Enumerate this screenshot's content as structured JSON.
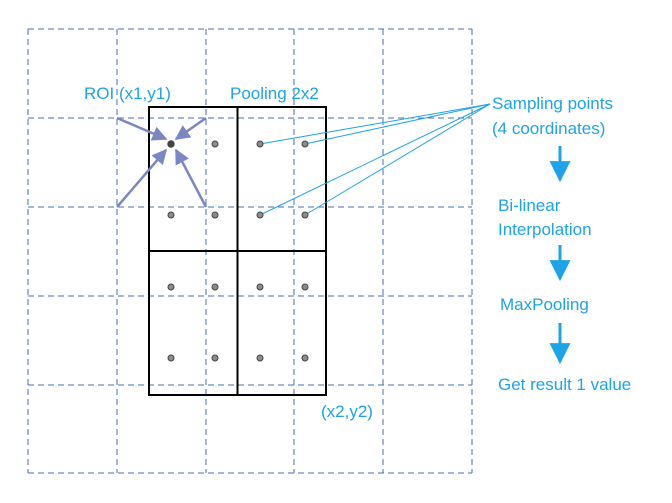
{
  "labels": {
    "roi": "ROI (x1,y1)",
    "pooling": "Pooling 2x2",
    "xy2": "(x2,y2)"
  },
  "pipeline": {
    "sampling_line1": "Sampling points",
    "sampling_line2": "(4 coordinates)",
    "bilinear_line1": "Bi-linear",
    "bilinear_line2": "Interpolation",
    "maxpooling": "MaxPooling",
    "result": "Get result 1 value"
  },
  "colors": {
    "annotation": "#1fa3e8",
    "grid": "#4a6fb0",
    "roi_arrows": "#7b86c4",
    "pooling_box": "#000000",
    "sample_point": "#8c8c8c"
  }
}
